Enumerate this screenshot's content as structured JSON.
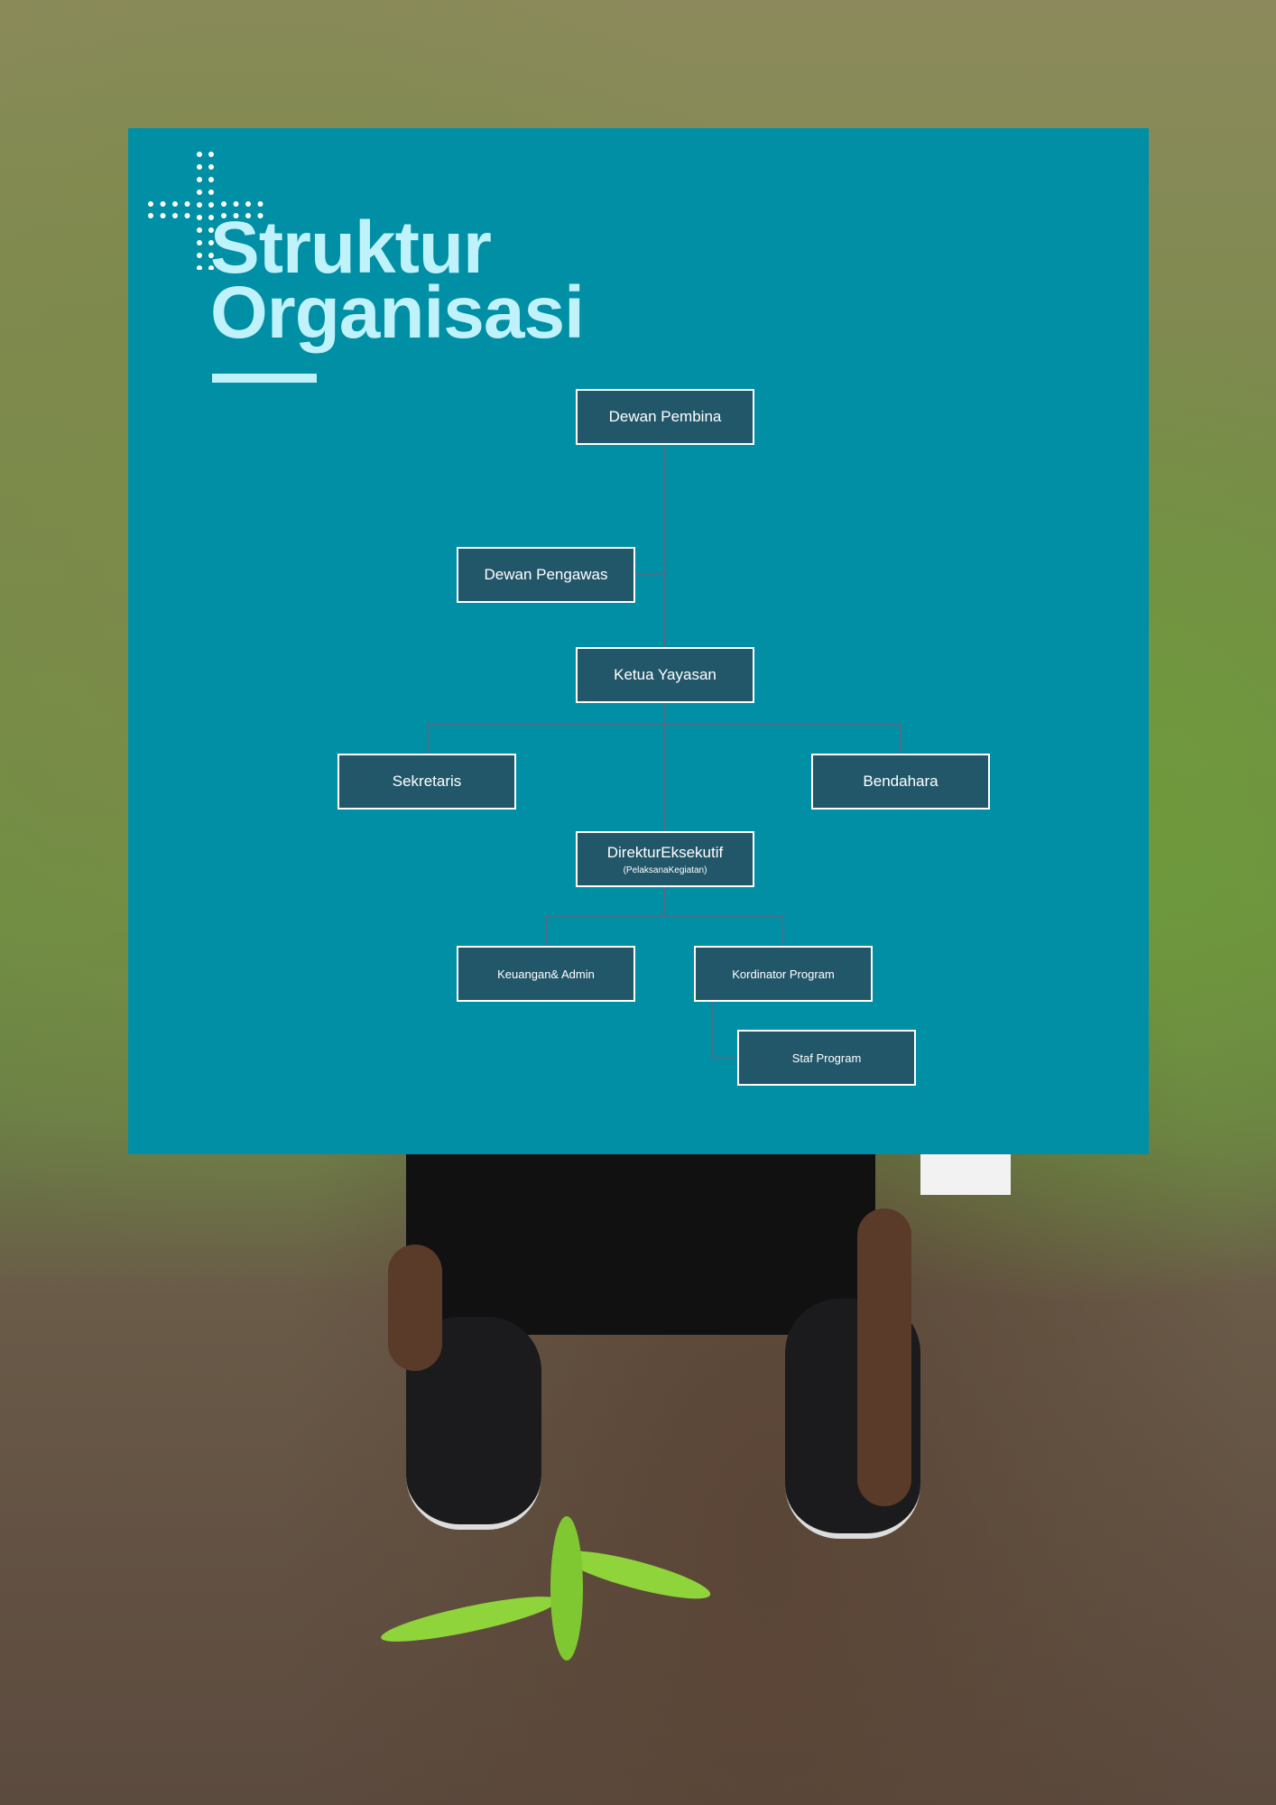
{
  "title": {
    "line1": "Struktur",
    "line2": "Organisasi"
  },
  "org_chart": {
    "dewan_pembina": "Dewan Pembina",
    "dewan_pengawas": "Dewan Pengawas",
    "ketua_yayasan": "Ketua Yayasan",
    "sekretaris": "Sekretaris",
    "bendahara": "Bendahara",
    "direktur": "DirekturEksekutif",
    "direktur_sub": "(PelaksanaKegiatan)",
    "keuangan": "Keuangan& Admin",
    "kordinator": "Kordinator Program",
    "staf": "Staf Program"
  },
  "colors": {
    "panel": "#008fa5",
    "box": "#22576a",
    "title": "#bff2fb"
  }
}
